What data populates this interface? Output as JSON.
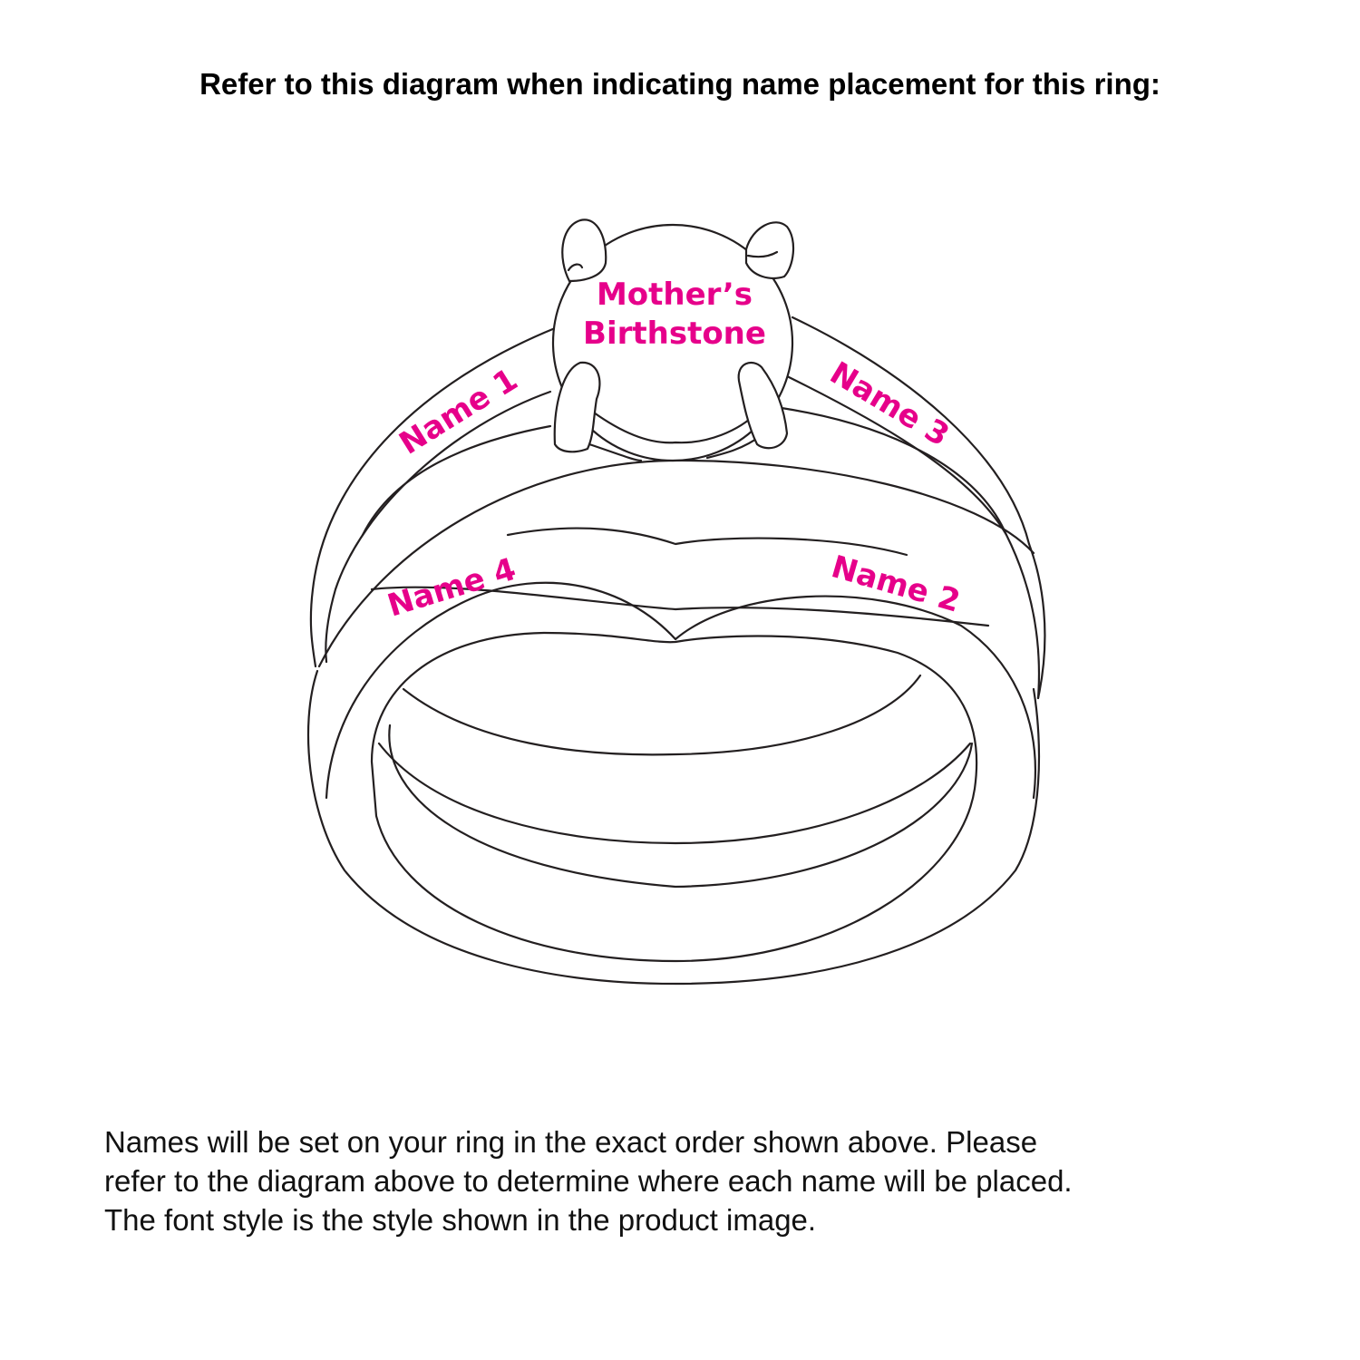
{
  "header": {
    "title": "Refer to this diagram when indicating name placement for this ring:"
  },
  "diagram": {
    "accent_color": "#e6008a",
    "stone_label": [
      "Mother’s",
      "Birthstone"
    ],
    "names": {
      "name1": "Name 1",
      "name2": "Name 2",
      "name3": "Name 3",
      "name4": "Name 4"
    }
  },
  "footer": {
    "lines": [
      "Names will be set on your ring in the exact order shown above. Please",
      "refer to the diagram above to determine where each name will be placed.",
      "The font style is the style shown in the product image."
    ]
  }
}
